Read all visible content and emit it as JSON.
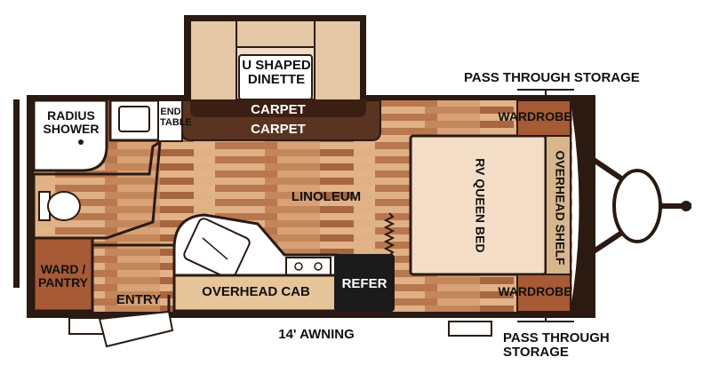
{
  "colors": {
    "outline": "#2a1a12",
    "floor_light": "#d9a57a",
    "floor_mid": "#c2855a",
    "floor_dark": "#9c5f3b",
    "carpet": "#4a2818",
    "wardrobe": "#a65a36",
    "bed": "#f3ddc6",
    "shelf": "#d7b68c",
    "cabinet": "#e6c59b",
    "refer": "#1b1b1b"
  },
  "labels": {
    "u_shaped_dinette": "U SHAPED DINETTE",
    "carpet_upper": "CARPET",
    "carpet_lower": "CARPET",
    "pass_through_top": "PASS THROUGH STORAGE",
    "wardrobe_top": "WARDROBE",
    "radius_shower": "RADIUS SHOWER",
    "end_table": "END TABLE",
    "linoleum": "LINOLEUM",
    "rv_queen_bed": "RV QUEEN BED",
    "overhead_shelf": "OVERHEAD SHELF",
    "ward_pantry": "WARD / PANTRY",
    "entry": "ENTRY",
    "overhead_cab": "OVERHEAD CAB",
    "refer": "REFER",
    "wardrobe_bottom": "WARDROBE",
    "awning": "14' AWNING",
    "pass_through_bottom": "PASS THROUGH STORAGE"
  }
}
